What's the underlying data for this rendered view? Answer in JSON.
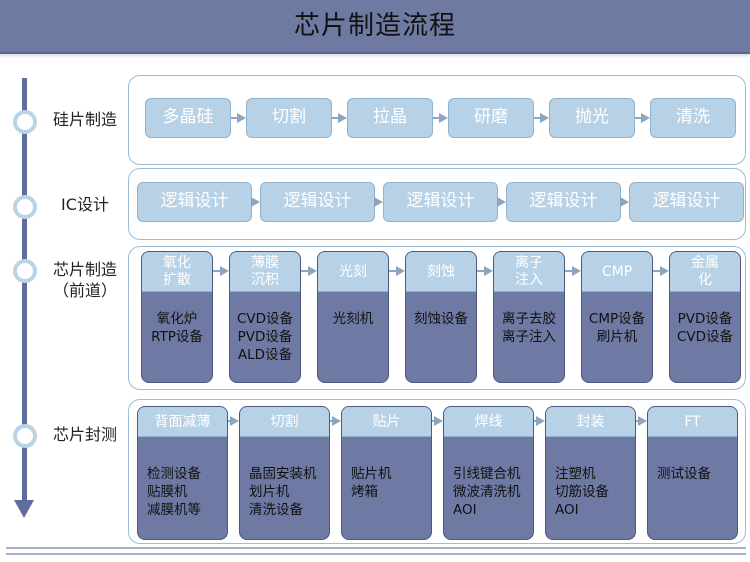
{
  "title": "芯片制造流程",
  "stages": [
    {
      "label": "硅片制造",
      "steps": [
        "多晶硅",
        "切割",
        "拉晶",
        "研磨",
        "抛光",
        "清洗"
      ]
    },
    {
      "label": "IC设计",
      "steps": [
        "逻辑设计",
        "逻辑设计",
        "逻辑设计",
        "逻辑设计",
        "逻辑设计"
      ]
    },
    {
      "label": "芯片制造\n（前道）",
      "cards": [
        {
          "head": "氧化\n扩散",
          "body": "氧化炉\nRTP设备"
        },
        {
          "head": "薄膜\n沉积",
          "body": "CVD设备\nPVD设备\nALD设备"
        },
        {
          "head": "光刻",
          "body": "光刻机"
        },
        {
          "head": "刻蚀",
          "body": "刻蚀设备"
        },
        {
          "head": "离子\n注入",
          "body": "离子去胶\n离子注入"
        },
        {
          "head": "CMP",
          "body": "CMP设备\n刷片机"
        },
        {
          "head": "金属\n化",
          "body": "PVD设备\nCVD设备"
        }
      ]
    },
    {
      "label": "芯片封测",
      "cards": [
        {
          "head": "背面减薄",
          "body": "检测设备\n贴膜机\n减膜机等"
        },
        {
          "head": "切割",
          "body": "晶固安装机\n划片机\n清洗设备"
        },
        {
          "head": "贴片",
          "body": "贴片机\n烤箱"
        },
        {
          "head": "焊线",
          "body": "引线键合机\n微波清洗机\nAOI"
        },
        {
          "head": "封装",
          "body": "注塑机\n切筋设备\nAOI"
        },
        {
          "head": "FT",
          "body": "测试设备"
        }
      ]
    }
  ]
}
